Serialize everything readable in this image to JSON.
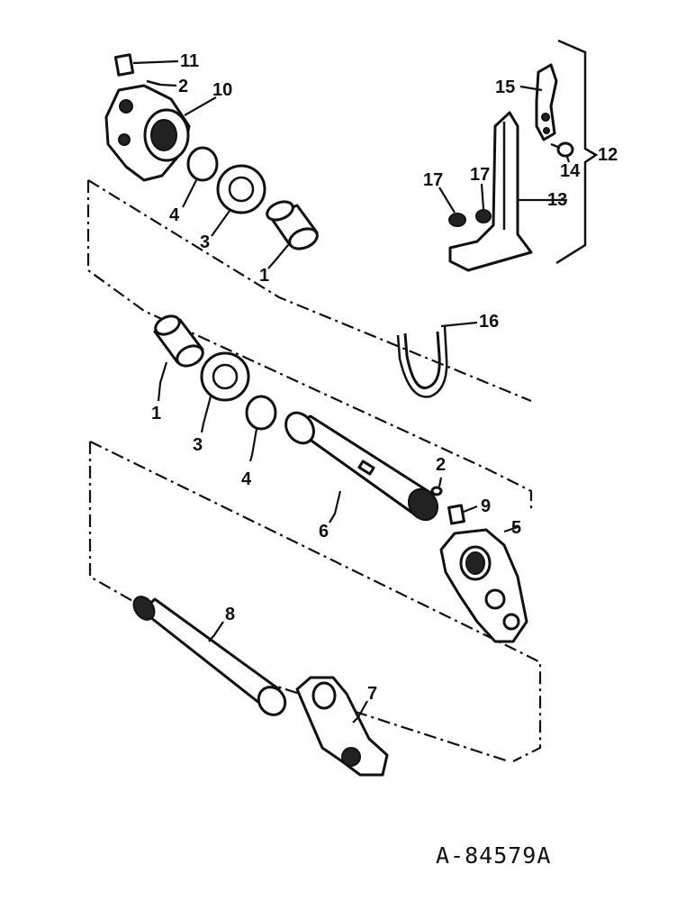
{
  "diagram": {
    "reference": "A-84579A",
    "callouts": {
      "c11": "11",
      "c2a": "2",
      "c10": "10",
      "c4a": "4",
      "c3a": "3",
      "c1a": "1",
      "c15": "15",
      "c12": "12",
      "c14": "14",
      "c17a": "17",
      "c17b": "17",
      "c13": "13",
      "c16": "16",
      "c1b": "1",
      "c3b": "3",
      "c4b": "4",
      "c2b": "2",
      "c9": "9",
      "c6": "6",
      "c5": "5",
      "c8": "8",
      "c7": "7"
    }
  }
}
